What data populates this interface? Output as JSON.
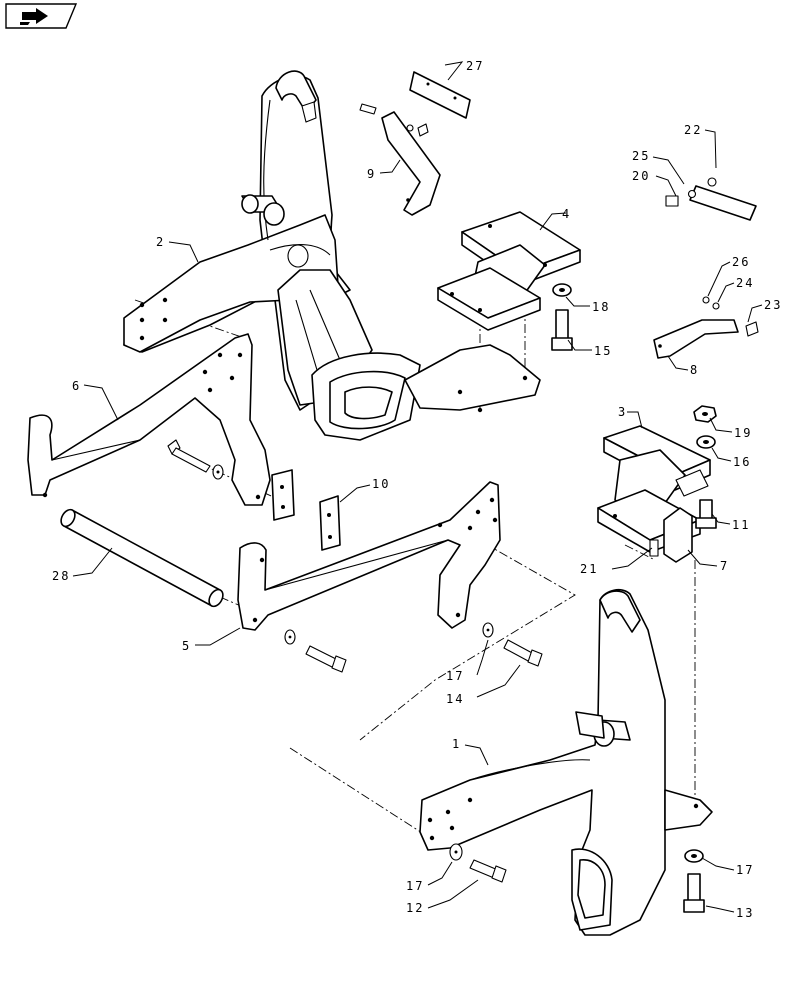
{
  "nav": {
    "icon": "return-arrow-icon"
  },
  "callouts": {
    "c1": "1",
    "c2": "2",
    "c3": "3",
    "c4": "4",
    "c5": "5",
    "c6": "6",
    "c7": "7",
    "c8": "8",
    "c9": "9",
    "c10": "10",
    "c11": "11",
    "c12": "12",
    "c13": "13",
    "c14": "14",
    "c15": "15",
    "c16": "16",
    "c17a": "17",
    "c17b": "17",
    "c17c": "17",
    "c18": "18",
    "c19": "19",
    "c20": "20",
    "c21": "21",
    "c22": "22",
    "c23": "23",
    "c24": "24",
    "c25": "25",
    "c26": "26",
    "c27": "27",
    "c28": "28"
  }
}
